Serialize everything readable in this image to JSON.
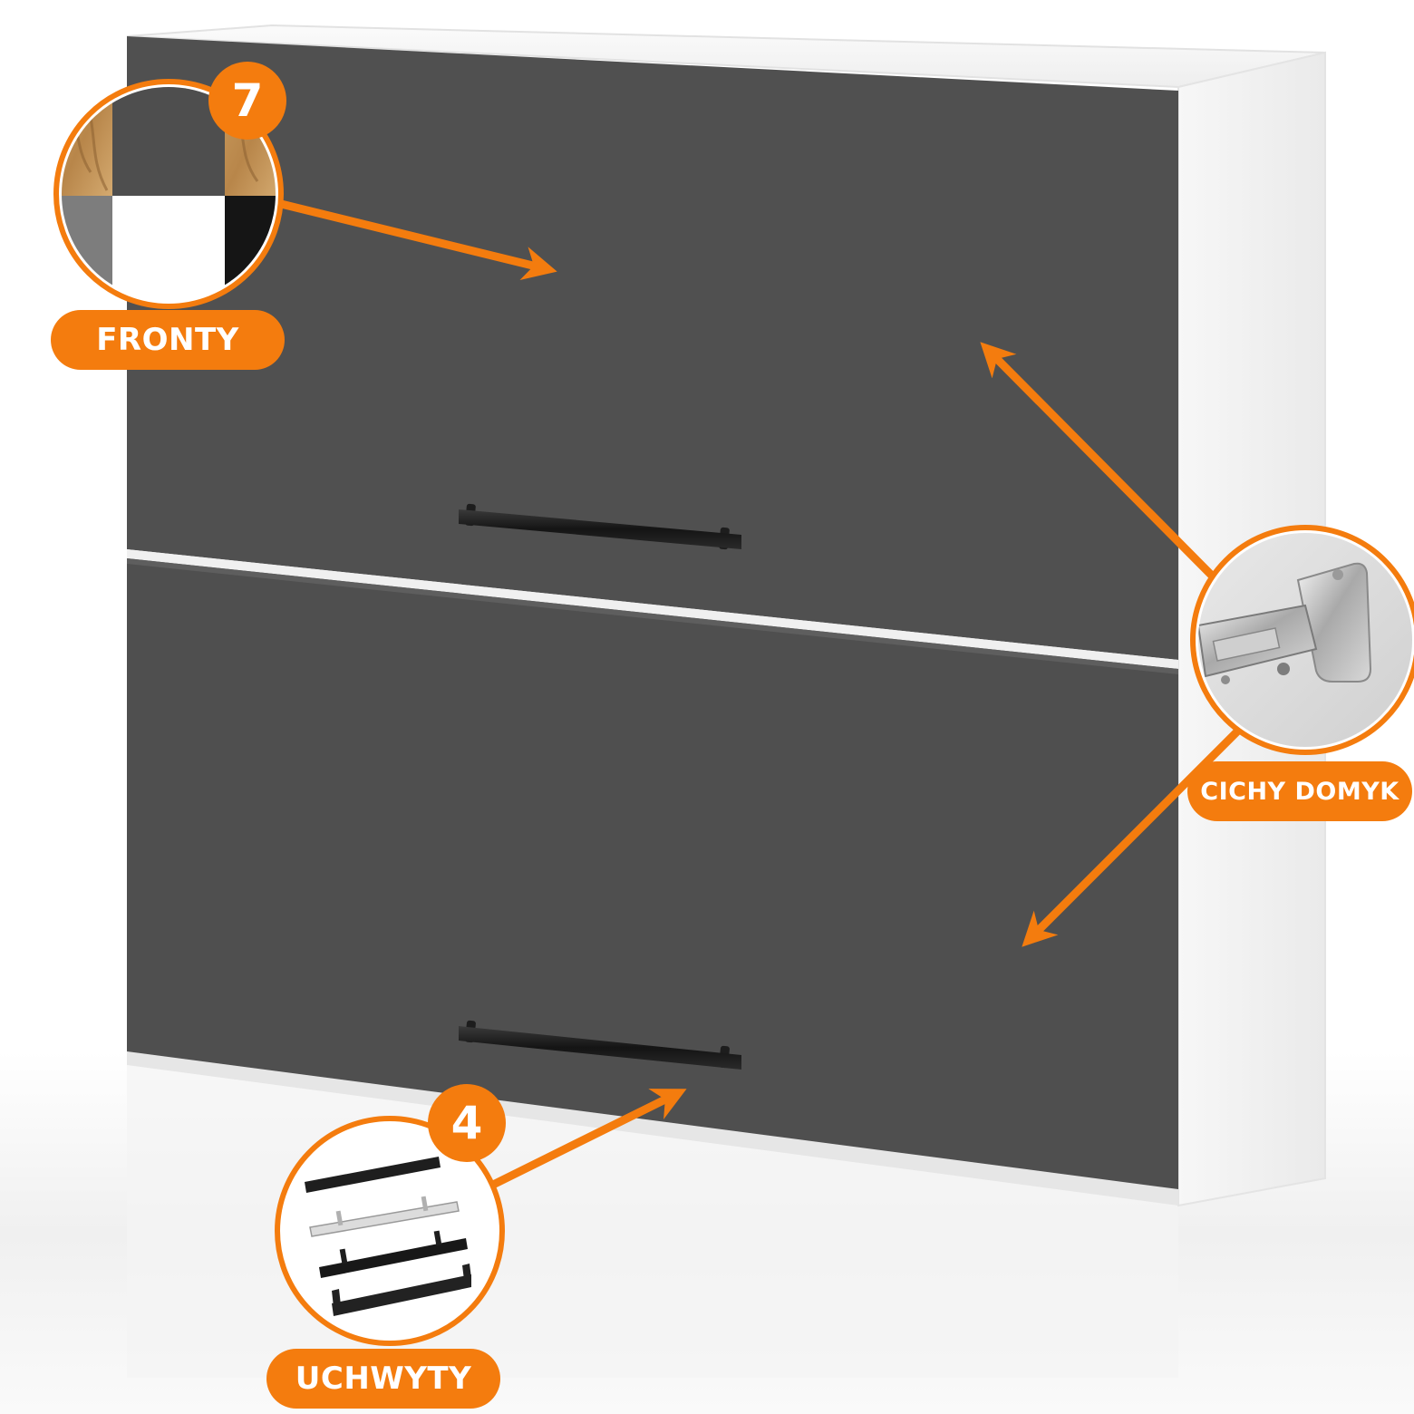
{
  "labels": {
    "fronty": "FRONTY",
    "cichy_domyk": "CICHY DOMYK",
    "uchwyty": "UCHWYTY"
  },
  "badges": {
    "fronty_count": "7",
    "uchwyty_count": "4"
  },
  "colors": {
    "accent_orange": "#f47c0e",
    "front_panel": "#4f4f4f",
    "cabinet_body": "#f2f2f2",
    "handle": "#1a1a1a"
  },
  "icons": {
    "front_swatches": "color-swatch-icon",
    "hinge": "hinge-icon",
    "handles": "handle-options-icon",
    "pointer": "arrow-icon"
  }
}
